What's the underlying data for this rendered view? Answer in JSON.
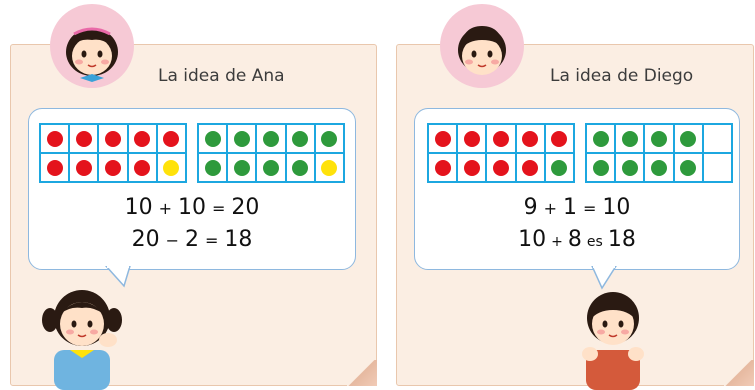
{
  "ana": {
    "title": "La idea de Ana",
    "frames": [
      [
        "red",
        "red",
        "red",
        "red",
        "red",
        "red",
        "red",
        "red",
        "red",
        "yellow"
      ],
      [
        "green",
        "green",
        "green",
        "green",
        "green",
        "green",
        "green",
        "green",
        "green",
        "yellow"
      ]
    ],
    "eq1": {
      "a": "10",
      "op": "+",
      "b": "10",
      "eq": "=",
      "r": "20"
    },
    "eq2": {
      "a": "20",
      "op": "−",
      "b": "2",
      "eq": "=",
      "r": "18"
    }
  },
  "diego": {
    "title": "La idea de Diego",
    "frames": [
      [
        "red",
        "red",
        "red",
        "red",
        "red",
        "red",
        "red",
        "red",
        "red",
        "green"
      ],
      [
        "green",
        "green",
        "green",
        "green",
        "empty",
        "green",
        "green",
        "green",
        "green",
        "empty"
      ]
    ],
    "eq1": {
      "a": "9",
      "op": "+",
      "b": "1",
      "eq": "=",
      "r": "10"
    },
    "eq2": {
      "a": "10",
      "op": "+",
      "b": "8",
      "eq": "es",
      "r": "18"
    }
  },
  "colors": {
    "red": "#e4131c",
    "green": "#2e9a3c",
    "yellow": "#ffe20a",
    "frame": "#1ca7e0"
  }
}
